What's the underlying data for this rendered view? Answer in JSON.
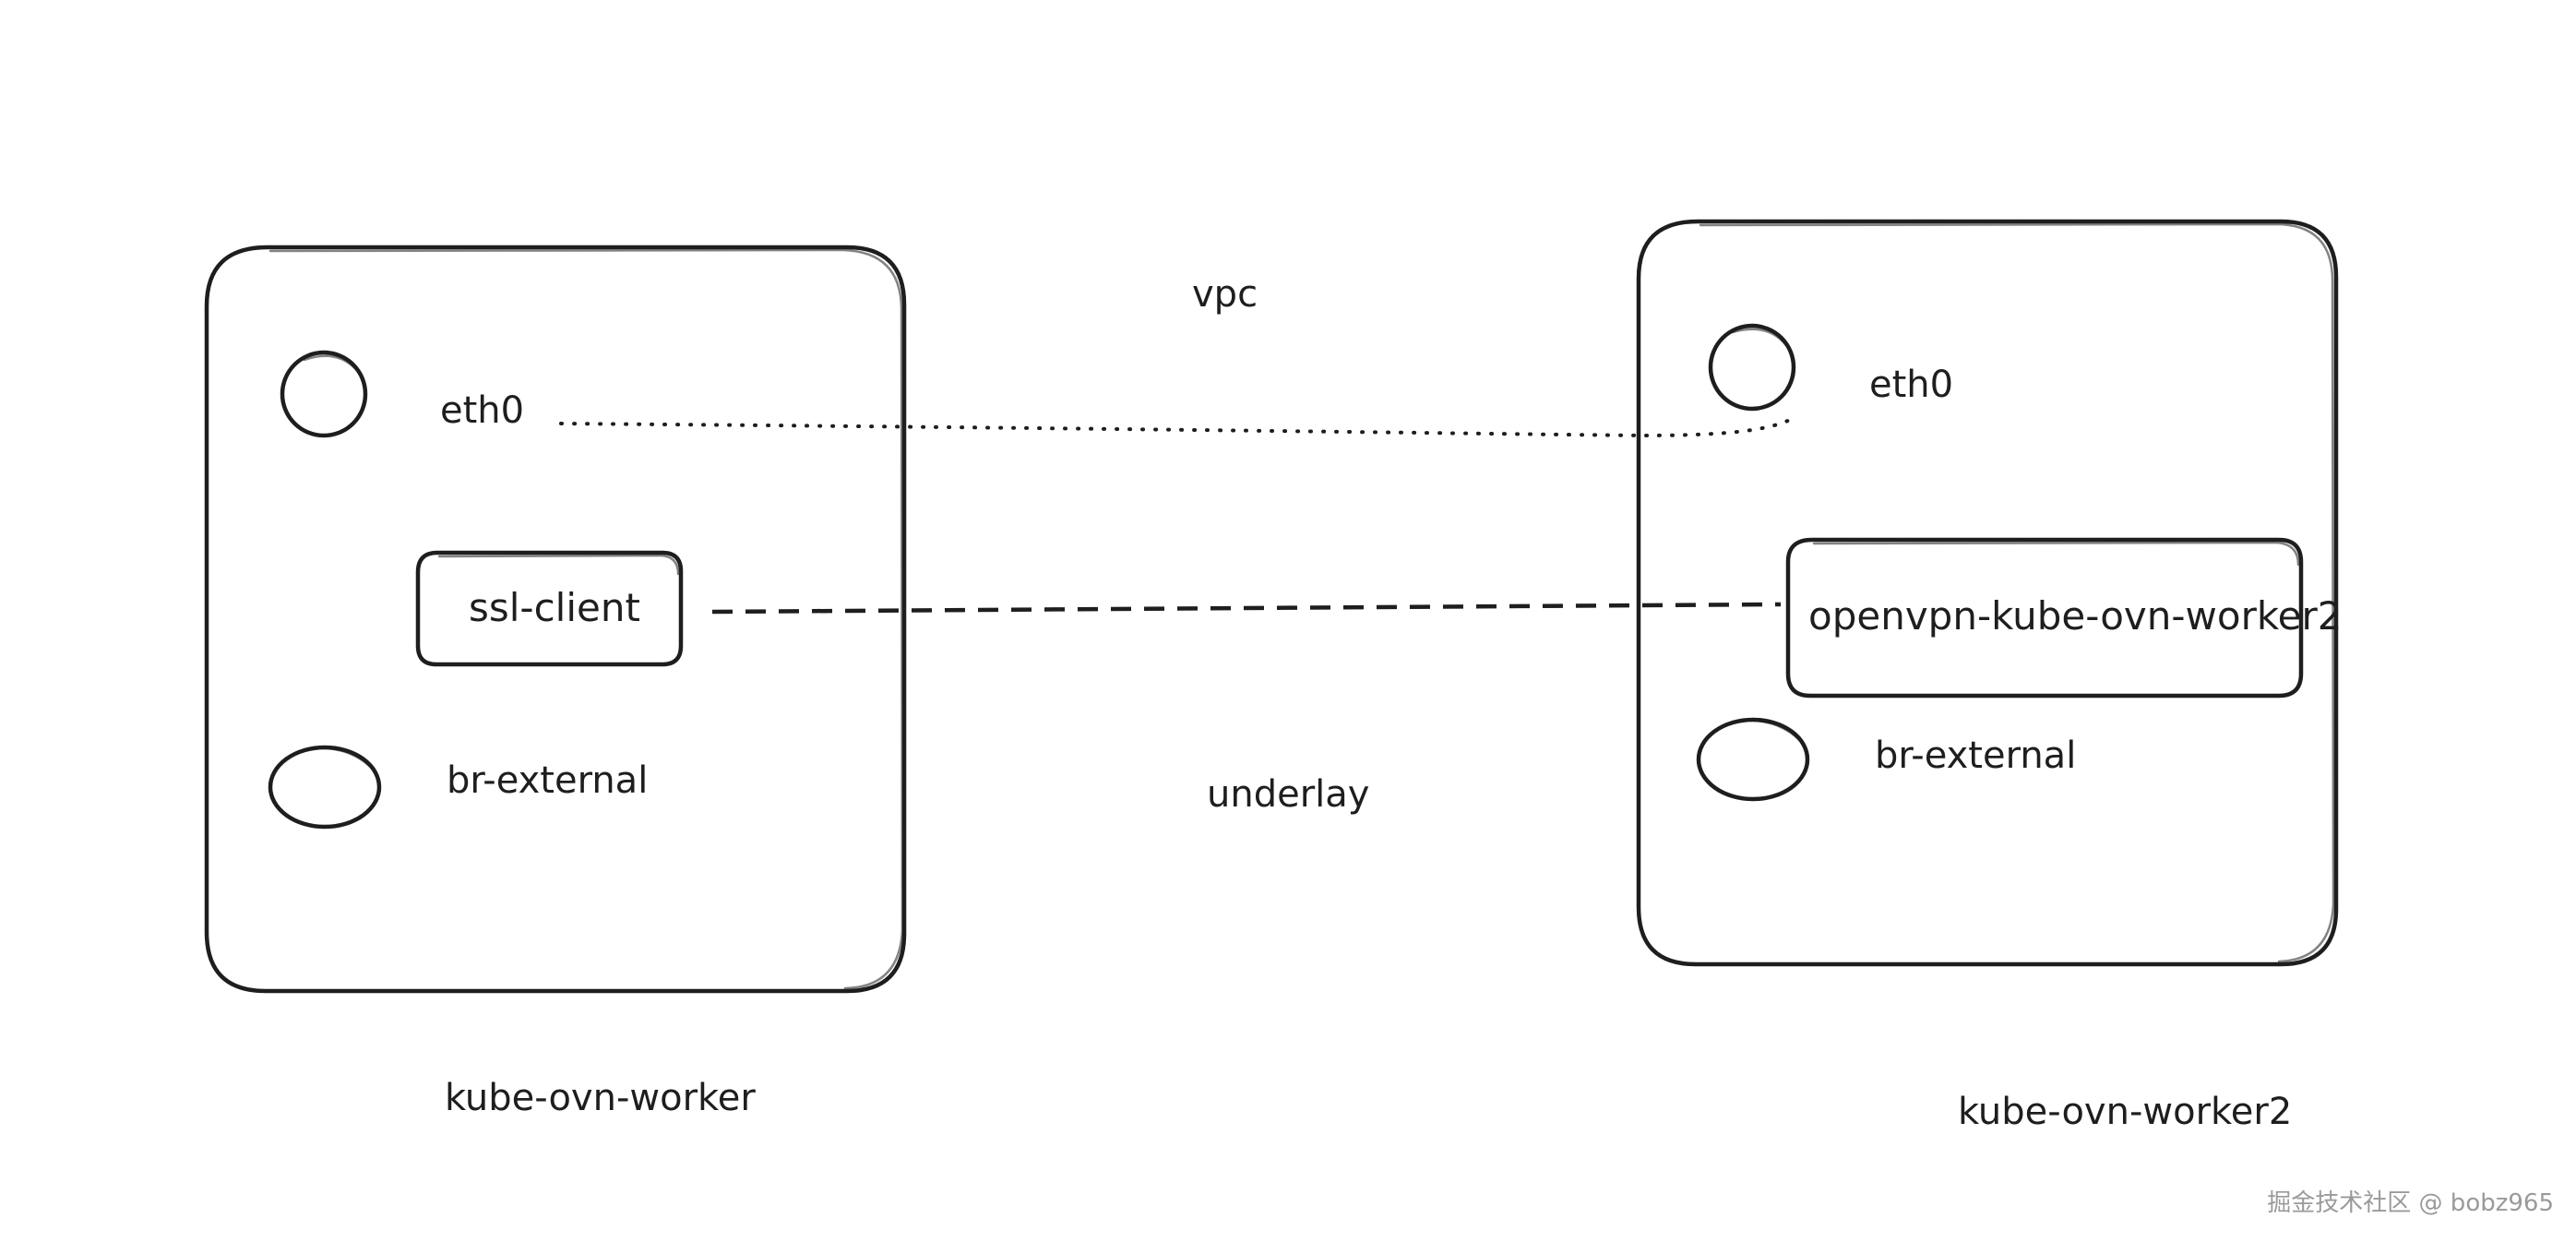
{
  "diagram": {
    "center_labels": {
      "vpc": "vpc",
      "underlay": "underlay"
    },
    "left_node": {
      "name": "kube-ovn-worker",
      "eth_label": "eth0",
      "app_label": "ssl-client",
      "bridge_label": "br-external"
    },
    "right_node": {
      "name": "kube-ovn-worker2",
      "eth_label": "eth0",
      "app_label": "openvpn-kube-ovn-worker2",
      "bridge_label": "br-external"
    },
    "connections": [
      {
        "from": "left_node.eth_label",
        "to": "right_node.eth_label",
        "style": "dotted"
      },
      {
        "from": "left_node.app_label",
        "to": "right_node.app_label",
        "style": "dashed"
      }
    ]
  },
  "watermark": "掘金技术社区 @ bobz965",
  "colors": {
    "stroke": "#1e1e1e",
    "background": "#ffffff",
    "watermark": "#9a9a9a"
  }
}
